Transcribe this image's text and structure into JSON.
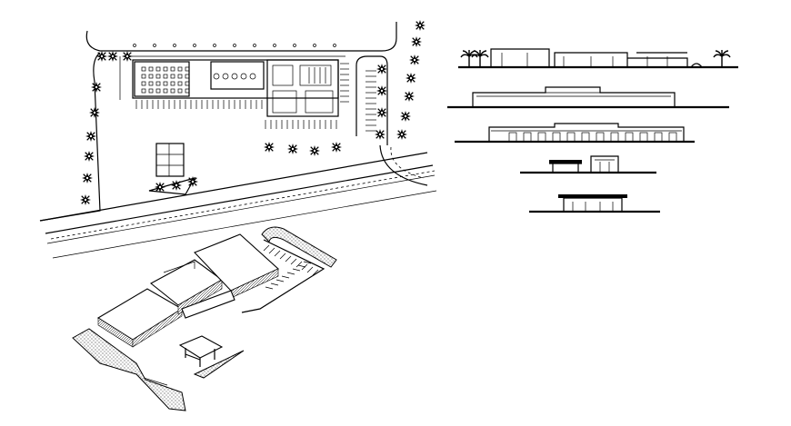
{
  "sheet": {
    "background": "#ffffff",
    "line_color": "#000000"
  },
  "views": [
    {
      "id": "site-plan",
      "kind": "site plan"
    },
    {
      "id": "isometric",
      "kind": "3D isometric"
    },
    {
      "id": "elevation-1",
      "kind": "elevation with palm trees"
    },
    {
      "id": "elevation-2",
      "kind": "elevation"
    },
    {
      "id": "elevation-3",
      "kind": "elevation"
    },
    {
      "id": "elevation-4",
      "kind": "canopy elevation"
    },
    {
      "id": "elevation-5",
      "kind": "kiosk elevation"
    }
  ]
}
